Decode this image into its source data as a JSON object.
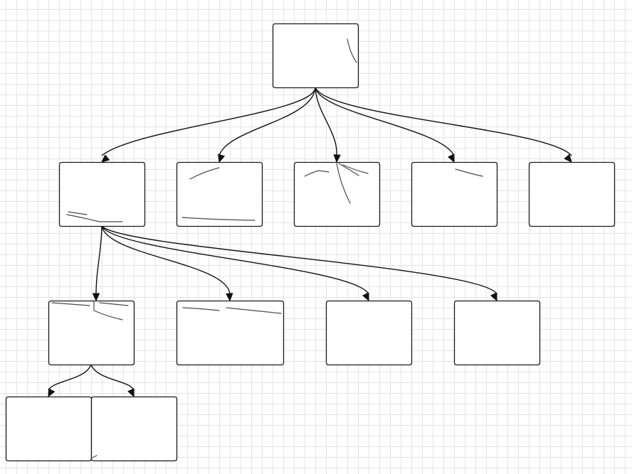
{
  "diagram": {
    "type": "tree",
    "colors": {
      "node_stroke": "#1a1a1a",
      "node_fill": "#ffffff",
      "edge": "#111111",
      "grid": "#e4e4e4",
      "background": "#ffffff"
    },
    "nodes": [
      {
        "id": "root",
        "label": ""
      },
      {
        "id": "child-1",
        "label": ""
      },
      {
        "id": "child-2",
        "label": ""
      },
      {
        "id": "child-3",
        "label": ""
      },
      {
        "id": "child-4",
        "label": ""
      },
      {
        "id": "child-5",
        "label": ""
      },
      {
        "id": "grandchild-1",
        "label": ""
      },
      {
        "id": "grandchild-2",
        "label": ""
      },
      {
        "id": "grandchild-3",
        "label": ""
      },
      {
        "id": "grandchild-4",
        "label": ""
      },
      {
        "id": "great-grandchild-1",
        "label": ""
      },
      {
        "id": "great-grandchild-2",
        "label": ""
      }
    ],
    "edges": [
      {
        "from": "root",
        "to": "child-1"
      },
      {
        "from": "root",
        "to": "child-2"
      },
      {
        "from": "root",
        "to": "child-3"
      },
      {
        "from": "root",
        "to": "child-4"
      },
      {
        "from": "root",
        "to": "child-5"
      },
      {
        "from": "child-1",
        "to": "grandchild-1"
      },
      {
        "from": "child-1",
        "to": "grandchild-2"
      },
      {
        "from": "child-1",
        "to": "grandchild-3"
      },
      {
        "from": "child-1",
        "to": "grandchild-4"
      },
      {
        "from": "grandchild-1",
        "to": "great-grandchild-1"
      },
      {
        "from": "grandchild-1",
        "to": "great-grandchild-2"
      }
    ]
  }
}
